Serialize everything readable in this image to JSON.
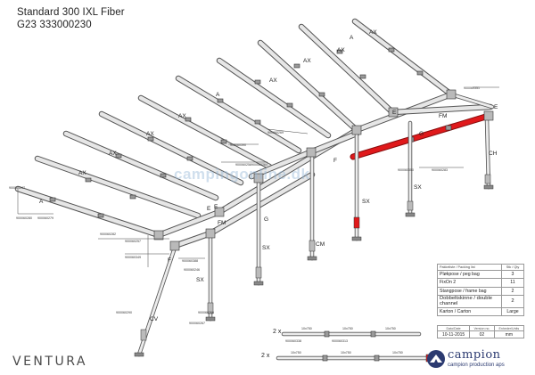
{
  "header": {
    "line1": "Standard 300 IXL Fiber",
    "line2": "G23 333000230"
  },
  "watermark": "campingonline.dk",
  "frame_labels": {
    "ax": "AX",
    "a": "A",
    "e": "E",
    "fm": "FM",
    "g": "G",
    "f": "F",
    "ch": "CH",
    "cv": "CV",
    "sx": "SX",
    "cm": "CM"
  },
  "part_numbers": {
    "p247": "900060247",
    "p280": "900060280",
    "p279": "900060279",
    "p350": "900060350",
    "p351": "900060351",
    "p283": "900060283",
    "p390": "900060390",
    "p258": "900060258",
    "p264": "900060264",
    "p282": "900060282",
    "p257": "900060257",
    "p349": "900060349",
    "p388": "900060388",
    "p246": "900060246",
    "p269": "900060269",
    "p290": "900060290",
    "p266": "900060266",
    "p267": "900060267",
    "p338": "900060338",
    "p313": "900060313"
  },
  "spare_rows": [
    {
      "qty": "2 x",
      "seg1": "10x750",
      "seg2": "10x750",
      "seg3": "10x750"
    },
    {
      "qty": "2 x",
      "seg1": "10x750",
      "seg2": "10x750",
      "seg3": "10x750"
    }
  ],
  "packing_table": {
    "head": {
      "label": "Pakkeliste / Packing list",
      "value": "Stk / Qty"
    },
    "rows": [
      {
        "label": "Pløkpose / peg bag",
        "value": "3"
      },
      {
        "label": "FixOn 2",
        "value": "11"
      },
      {
        "label": "Stangpose / frame bag",
        "value": "2"
      },
      {
        "label": "Dobbeltskinne / double channel",
        "value": "2"
      },
      {
        "label": "Karton / Carton",
        "value": "Large"
      }
    ]
  },
  "footer_table": {
    "captions": {
      "date": "Dato/Date",
      "version": "Version no.",
      "unit": "Enheder/Units"
    },
    "date": "10-11-2015",
    "version": "02",
    "unit": "mm"
  },
  "brand": {
    "left": "VENTURA",
    "right_name": "campion",
    "right_tag": "campion production aps"
  },
  "colors": {
    "tube": "#d8d8d8",
    "tube_edge": "#555555",
    "highlight": "#e0191b",
    "brand_blue": "#2b3a70"
  }
}
